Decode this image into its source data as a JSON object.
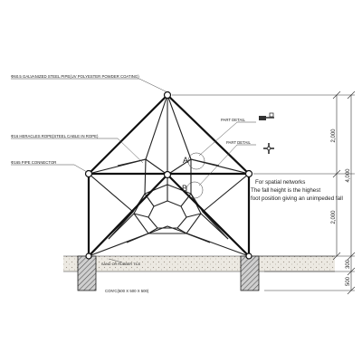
{
  "labels": {
    "pole": "Φ60.5 GALVANIZED STEEL PIPE(UV POLYESTER POWDER COATING)",
    "rope": "Φ16 HERACLES ROPE(STEEL CABLE IN ROPE)",
    "connector": "Φ165 PIPE CONNECTOR",
    "part_detail_a": "PART DETAIL",
    "part_detail_b": "PART DETAIL",
    "marker_a": "A",
    "marker_b": "B",
    "ground": "SAND OR RUBBER TILE",
    "footing": "CON'C(500 X 500 X 500)"
  },
  "note": {
    "line1": "For spatial networks",
    "line2": "The fall height is the highest",
    "line3": "foot position giving an unimpeded fall"
  },
  "dimensions": {
    "upper": "2,000",
    "lower": "2,000",
    "total": "4,000",
    "ground_band": "300",
    "footing_depth": "500"
  },
  "colors": {
    "line": "#222222",
    "ground_fill": "#e9e6df",
    "footing_fill": "#9a9a9a"
  }
}
